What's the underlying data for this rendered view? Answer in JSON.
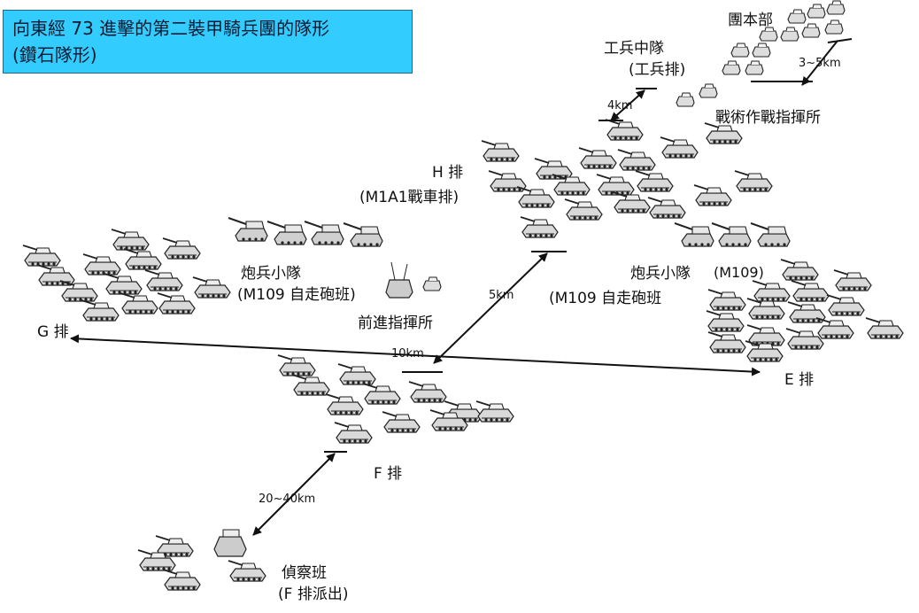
{
  "title": {
    "line1": "向東經 73 進擊的第二裝甲騎兵團的隊形",
    "line2": "(鑽石隊形)"
  },
  "labels": {
    "hq": "團本部",
    "engineer_line1": "工兵中隊",
    "engineer_line2": "(工兵排)",
    "tactical_cp": "戰術作戰指揮所",
    "h_troop_line1": "H 排",
    "h_troop_line2": "(M1A1戰車排)",
    "artillery_west_line1": "炮兵小隊",
    "artillery_west_line2": "(M109 自走砲班)",
    "forward_cp": "前進指揮所",
    "artillery_east_line1": "炮兵小隊",
    "artillery_east_m109": "(M109)",
    "artillery_east_line2": "(M109 自走砲班",
    "g_troop": "G 排",
    "e_troop": "E 排",
    "f_troop": "F 排",
    "scout_line1": "偵察班",
    "scout_line2": "(F 排派出)"
  },
  "distances": {
    "hq_spacing": "3~5km",
    "engineer_spacing": "4km",
    "h_to_center": "5km",
    "g_to_e": "10km",
    "scout_to_f": "20~40km"
  }
}
